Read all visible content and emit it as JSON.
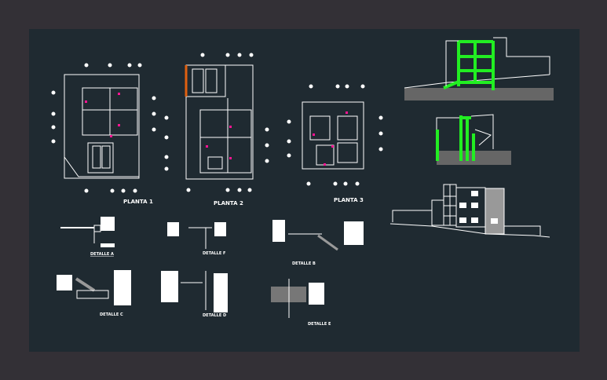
{
  "drawing": {
    "plans": [
      {
        "label": "PLANTA 1"
      },
      {
        "label": "PLANTA 2"
      },
      {
        "label": "PLANTA 3"
      }
    ],
    "details": [
      {
        "label": "DETALLE A"
      },
      {
        "label": "DETALLE F"
      },
      {
        "label": "DETALLE B"
      },
      {
        "label": "DETALLE C"
      },
      {
        "label": "DETALLE D"
      },
      {
        "label": "DETALLE E"
      }
    ]
  },
  "colors": {
    "frame": "#333036",
    "background": "#1f2a31",
    "lines": "#ffffff",
    "structure": "#22ee22",
    "hatch": "#8a8a8a",
    "marker": "#ff1493"
  }
}
